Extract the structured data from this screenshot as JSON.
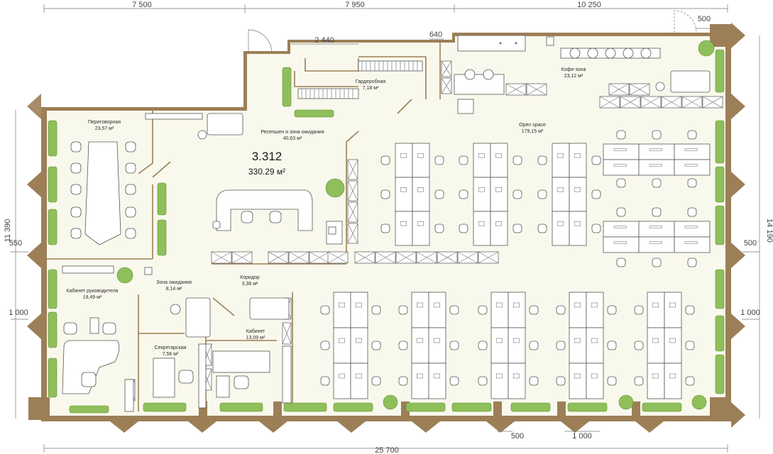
{
  "plan": {
    "unit_number": "3.312",
    "unit_area": "330.29 м²",
    "dimensions": {
      "top_1": "7 500",
      "top_2": "7 950",
      "top_3": "10 250",
      "top_door": "500",
      "niche_w": "2 440",
      "niche_small": "640",
      "left_total": "11 390",
      "left_step": "550",
      "left_pier": "1 000",
      "right_total": "14 190",
      "right_step": "500",
      "right_pier": "1 000",
      "bottom_1": "500",
      "bottom_2": "1 000",
      "bottom_total": "25 700"
    },
    "rooms": {
      "meeting": {
        "name": "Переговорная",
        "area": "23,57 м²"
      },
      "reception": {
        "name": "Ресепшен и зона ожидания",
        "area": "40,63 м²"
      },
      "wardrobe": {
        "name": "Гардеробная",
        "area": "7,18 м²"
      },
      "coffee": {
        "name": "Кофе-зона",
        "area": "23,12 м²"
      },
      "openspace": {
        "name": "Open space",
        "area": "179,15 м²"
      },
      "waiting": {
        "name": "Зона ожидания",
        "area": "8,14 м²"
      },
      "corridor": {
        "name": "Коридор",
        "area": "3,38 м²"
      },
      "director": {
        "name": "Кабинет руководителя",
        "area": "19,49 м²"
      },
      "cabinet": {
        "name": "Кабинет",
        "area": "13,09 м²"
      },
      "secretary": {
        "name": "Секретарская",
        "area": "7,56 м²"
      }
    },
    "colors": {
      "wall": "#9c7f57",
      "floor": "#f9f8ec",
      "plant": "#8fbf5a"
    }
  }
}
